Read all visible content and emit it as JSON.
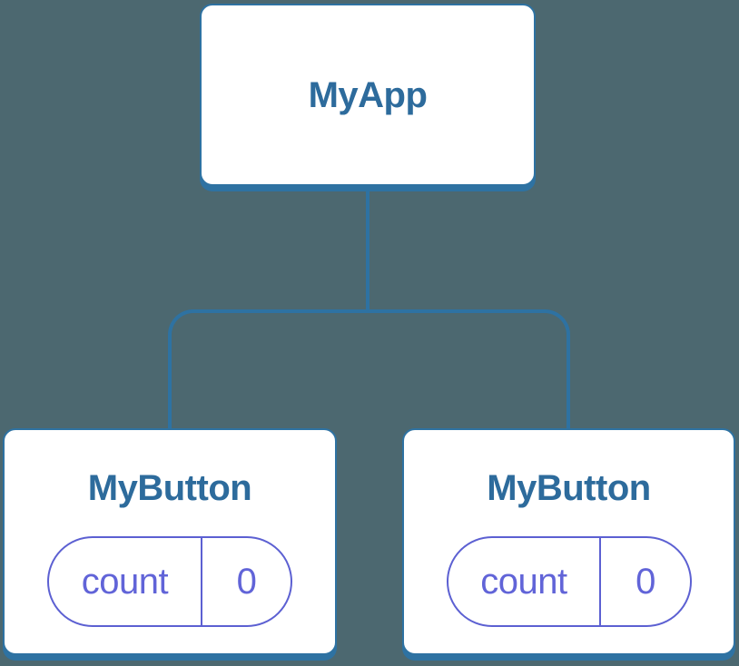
{
  "diagram": {
    "type": "component-tree",
    "root": {
      "label": "MyApp"
    },
    "children": [
      {
        "label": "MyButton",
        "state": {
          "name": "count",
          "value": "0"
        }
      },
      {
        "label": "MyButton",
        "state": {
          "name": "count",
          "value": "0"
        }
      }
    ]
  },
  "colors": {
    "background": "#4C6870",
    "card-bg": "#FFFFFF",
    "line-blue": "#2E72A2",
    "text-blue": "#2D6B9C",
    "pill-border": "#5C60D2",
    "pill-text": "#6164D8"
  }
}
